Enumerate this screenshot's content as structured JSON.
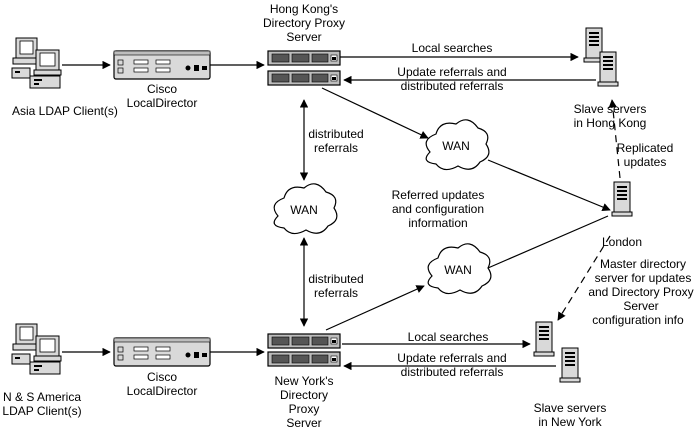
{
  "labels": {
    "asia_client": "Asia LDAP Client(s)",
    "namerica_client_l1": "N & S America",
    "namerica_client_l2": "LDAP Client(s)",
    "cisco_top_l1": "Cisco",
    "cisco_top_l2": "LocalDirector",
    "cisco_bottom_l1": "Cisco",
    "cisco_bottom_l2": "LocalDirector",
    "hk_proxy_l1": "Hong Kong's",
    "hk_proxy_l2": "Directory Proxy",
    "hk_proxy_l3": "Server",
    "ny_proxy_l1": "New York's",
    "ny_proxy_l2": "Directory",
    "ny_proxy_l3": "Proxy",
    "ny_proxy_l4": "Server",
    "local_searches_top": "Local searches",
    "update_ref_top_l1": "Update referrals and",
    "update_ref_top_l2": "distributed referrals",
    "local_searches_bottom": "Local searches",
    "update_ref_bottom_l1": "Update referrals and",
    "update_ref_bottom_l2": "distributed referrals",
    "slave_hk_l1": "Slave servers",
    "slave_hk_l2": "in Hong Kong",
    "slave_ny_l1": "Slave servers",
    "slave_ny_l2": "in New York",
    "dist_ref_top_l1": "distributed",
    "dist_ref_top_l2": "referrals",
    "dist_ref_bottom_l1": "distributed",
    "dist_ref_bottom_l2": "referrals",
    "wan_left": "WAN",
    "wan_top": "WAN",
    "wan_bottom": "WAN",
    "referred_l1": "Referred updates",
    "referred_l2": "and configuration",
    "referred_l3": "information",
    "replicated_l1": "Replicated",
    "replicated_l2": "updates",
    "london": "London",
    "master_l1": "Master directory",
    "master_l2": "server for updates",
    "master_l3": "and Directory Proxy",
    "master_l4": "Server",
    "master_l5": "configuration info"
  }
}
